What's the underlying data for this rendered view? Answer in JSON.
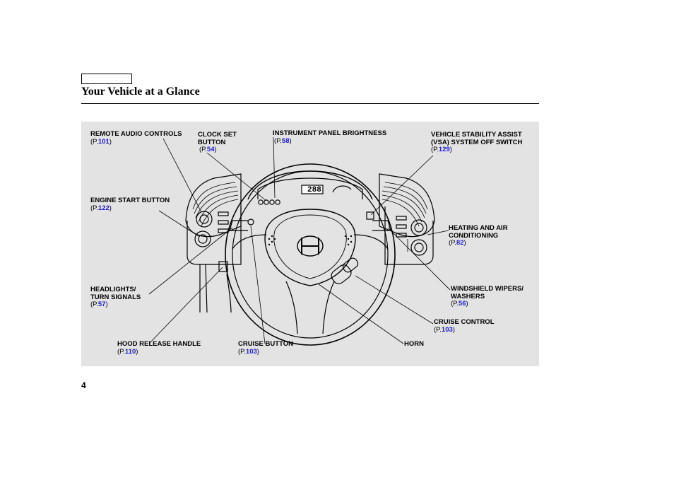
{
  "header": {
    "title": "Your Vehicle at a Glance"
  },
  "page_number": "4",
  "instrument_display": "288",
  "callouts": {
    "remote_audio": {
      "lines": [
        "REMOTE AUDIO CONTROLS"
      ],
      "page": "101"
    },
    "clock_set": {
      "lines": [
        "CLOCK SET",
        "BUTTON"
      ],
      "page": "54"
    },
    "panel_brightness": {
      "lines": [
        "INSTRUMENT PANEL BRIGHTNESS"
      ],
      "page": "58"
    },
    "vsa": {
      "lines": [
        "VEHICLE STABILITY ASSIST",
        "(VSA) SYSTEM OFF SWITCH"
      ],
      "page": "129"
    },
    "engine_start": {
      "lines": [
        "ENGINE START BUTTON"
      ],
      "page": "122"
    },
    "heating": {
      "lines": [
        "HEATING AND AIR",
        "CONDITIONING"
      ],
      "page": "82"
    },
    "headlights": {
      "lines": [
        "HEADLIGHTS/",
        "TURN SIGNALS"
      ],
      "page": "57"
    },
    "wipers": {
      "lines": [
        "WINDSHIELD WIPERS/",
        "WASHERS"
      ],
      "page": "56"
    },
    "cruise_control": {
      "lines": [
        "CRUISE CONTROL"
      ],
      "page": "103"
    },
    "hood_release": {
      "lines": [
        "HOOD RELEASE HANDLE"
      ],
      "page": "110"
    },
    "cruise_button": {
      "lines": [
        "CRUISE BUTTON"
      ],
      "page": "103"
    },
    "horn": {
      "lines": [
        "HORN"
      ]
    }
  },
  "ref_prefix": "(P.",
  "ref_suffix": ")",
  "colors": {
    "link": "#1a1ad6",
    "figure_bg": "#e3e3e3"
  }
}
